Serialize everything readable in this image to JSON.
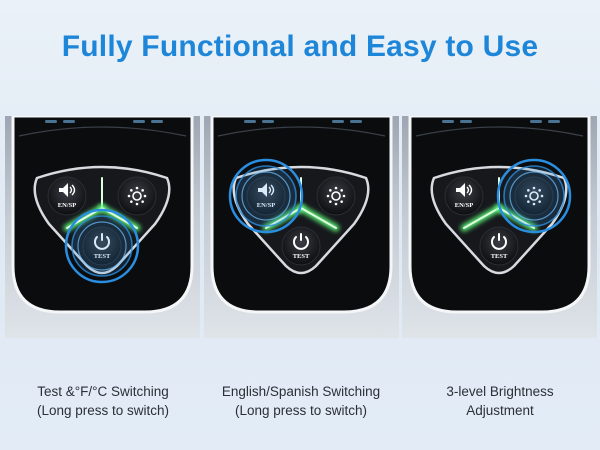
{
  "title": "Fully Functional and Easy to Use",
  "button_labels": {
    "lang": "EN/SP",
    "test": "TEST"
  },
  "panels": [
    {
      "highlight": "test",
      "caption_line1": "Test &°F/°C Switching",
      "caption_line2": "(Long press to switch)"
    },
    {
      "highlight": "lang",
      "caption_line1": "English/Spanish Switching",
      "caption_line2": "(Long press to switch)"
    },
    {
      "highlight": "brightness",
      "caption_line1": "3-level Brightness",
      "caption_line2": "Adjustment"
    }
  ],
  "icons": {
    "speaker": "speaker-icon",
    "brightness": "sun-icon",
    "power": "power-icon"
  },
  "colors": {
    "title": "#1e86d9",
    "highlight_ring": "#2a8ee0",
    "led_glow": "#5fff7a",
    "device_body": "#0b0c0e"
  }
}
